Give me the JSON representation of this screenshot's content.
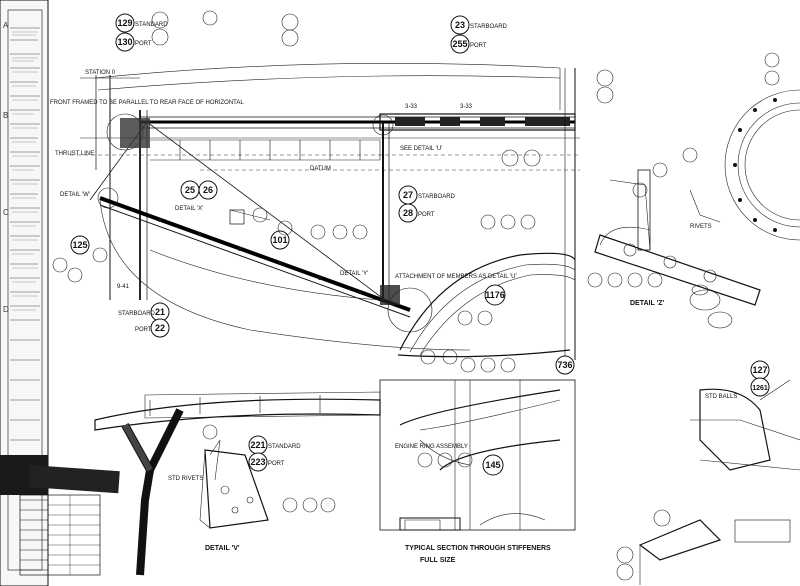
{
  "zones": [
    "A",
    "B",
    "C",
    "D"
  ],
  "callouts": [
    {
      "num": "129",
      "text": "STANDARD"
    },
    {
      "num": "130",
      "text": "PORT"
    },
    {
      "num": "23",
      "text": "STARBOARD"
    },
    {
      "num": "255",
      "text": "PORT"
    },
    {
      "num": "27",
      "text": "STARBOARD"
    },
    {
      "num": "28",
      "text": "PORT"
    },
    {
      "num": "25",
      "text": ""
    },
    {
      "num": "26",
      "text": ""
    },
    {
      "num": "21",
      "text": "STARBOARD"
    },
    {
      "num": "22",
      "text": "PORT"
    },
    {
      "num": "125",
      "text": ""
    },
    {
      "num": "101",
      "text": ""
    },
    {
      "num": "1176",
      "text": ""
    },
    {
      "num": "145",
      "text": ""
    },
    {
      "num": "221",
      "text": "STANDARD"
    },
    {
      "num": "223",
      "text": "PORT"
    },
    {
      "num": "127",
      "text": ""
    },
    {
      "num": "1261",
      "text": ""
    },
    {
      "num": "736",
      "text": ""
    }
  ],
  "labels": {
    "station": "STATION 0",
    "front_frame": "FRONT FRAMED TO BE PARALLEL TO REAR FACE OF HORIZONTAL",
    "thrust_line": "THRUST LINE",
    "datum": "DATUM",
    "detail_w": "DETAIL 'W'",
    "detail_x": "DETAIL 'X'",
    "detail_y": "DETAIL 'Y'",
    "detail_v": "DETAIL 'V'",
    "detail_z": "DETAIL 'Z'",
    "see_detail": "SEE DETAIL 'U'",
    "attachment": "ATTACHMENT OF MEMBERS AS DETAIL 'U'",
    "engine_ring": "ENGINE RING ASSEMBLY",
    "typical_section": "TYPICAL SECTION THROUGH STIFFENERS",
    "full_size": "FULL SIZE",
    "std_rivets": "STD RIVETS",
    "std_balls": "STD BALLS",
    "rivets_note": "RIVETS",
    "dim1": "3-33",
    "dim2": "3-33",
    "dim3": "9-41"
  }
}
